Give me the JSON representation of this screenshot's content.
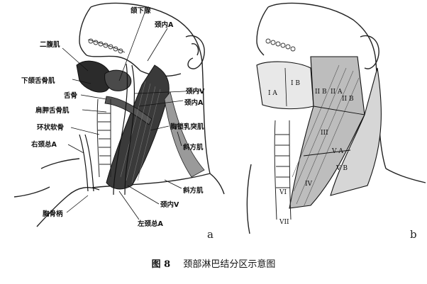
{
  "figure": {
    "number": "图 8",
    "title": "颈部淋巴结分区示意图"
  },
  "panel_a": {
    "letter": "a",
    "labels": {
      "submandibular_gland": "颌下腺",
      "ica_top": "颈内A",
      "digastric": "二腹肌",
      "mylohyoid": "下颌舌骨肌",
      "hyoid": "舌骨",
      "omohyoid": "肩胛舌骨肌",
      "ijv_mid": "颈内V",
      "ica_mid": "颈内A",
      "cricoid": "环状软骨",
      "scm": "胸锁乳突肌",
      "rcca": "右颈总A",
      "trapezius_upper": "斜方肌",
      "trapezius_lower": "斜方肌",
      "ijv_low": "颈内V",
      "manubrium": "胸骨柄",
      "lcca": "左颈总A"
    }
  },
  "panel_b": {
    "letter": "b",
    "zones": {
      "ib": "I B",
      "ia": "I A",
      "iib_left": "II B",
      "iia": "II A",
      "iib_right": "II B",
      "iii": "III",
      "va": "V A",
      "vb": "V B",
      "iv": "IV",
      "vi": "VI",
      "vii": "VII"
    }
  }
}
